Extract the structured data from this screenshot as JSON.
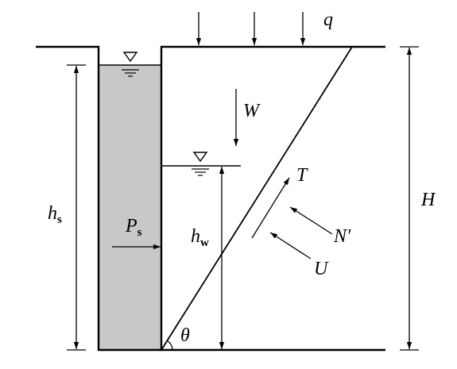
{
  "labels": {
    "q": "q",
    "W": "W",
    "H": "H",
    "T": "T",
    "N_prime": "N′",
    "U": "U",
    "theta": "θ",
    "h_s_main": "h",
    "h_s_sub": "s",
    "h_w_main": "h",
    "h_w_sub": "w",
    "P_s_main": "P",
    "P_s_sub": "s"
  },
  "colors": {
    "line": "#000000",
    "slurry_fill": "#c8c8c8",
    "background": "#ffffff"
  }
}
